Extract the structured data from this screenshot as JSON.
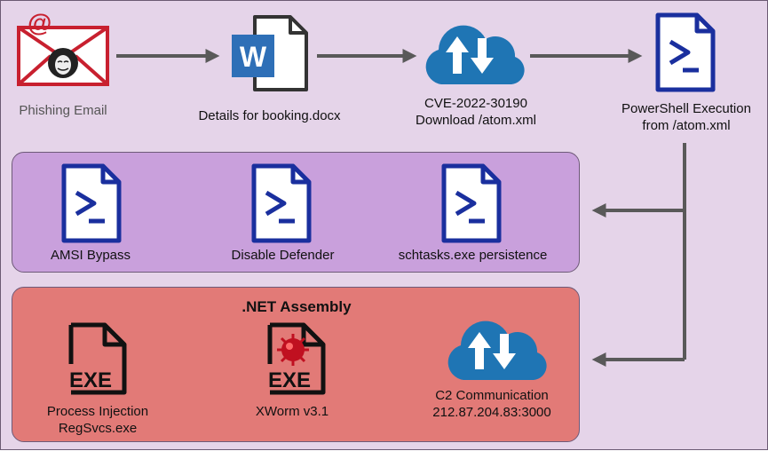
{
  "nodes": {
    "phishing": {
      "label": "Phishing Email"
    },
    "docx": {
      "label": "Details for booking.docx"
    },
    "cve": {
      "line1": "CVE-2022-30190",
      "line2": "Download /atom.xml"
    },
    "powershell": {
      "line1": "PowerShell Execution",
      "line2": "from /atom.xml"
    },
    "amsi": {
      "label": "AMSI Bypass"
    },
    "defender": {
      "label": "Disable Defender"
    },
    "schtasks": {
      "label": "schtasks.exe persistence"
    },
    "injection": {
      "line1": "Process Injection",
      "line2": "RegSvcs.exe"
    },
    "xworm": {
      "label": "XWorm v3.1"
    },
    "c2": {
      "line1": "C2 Communication",
      "line2": "212.87.204.83:3000"
    }
  },
  "net_assembly": {
    "title": ".NET Assembly"
  },
  "icons": {
    "exe_text": "EXE",
    "word_letter": "W",
    "at_symbol": "@"
  },
  "colors": {
    "background": "#e5d4e9",
    "panel_purple": "#c9a0dc",
    "panel_red": "#e27a77",
    "arrow": "#595959",
    "powershell_blue": "#1a2f9e",
    "cloud_blue": "#1f75b4",
    "word_blue": "#2e6fb7",
    "mail_red": "#c8202f",
    "malware_red": "#c01020"
  }
}
